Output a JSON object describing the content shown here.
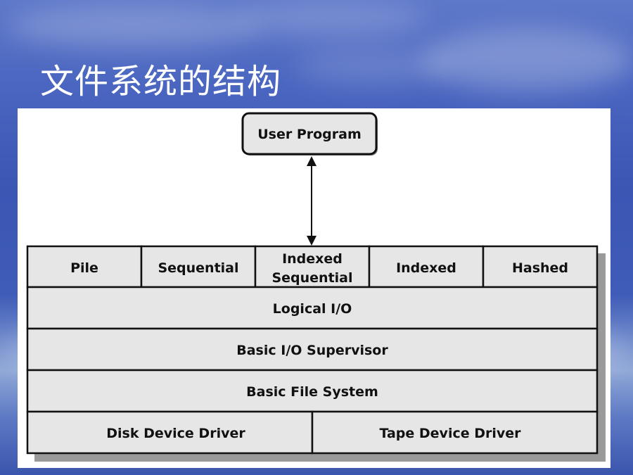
{
  "title": "文件系统的结构",
  "diagram": {
    "top_box": "User Program",
    "access_methods": [
      "Pile",
      "Sequential",
      "Indexed Sequential",
      "Indexed",
      "Hashed"
    ],
    "layers": [
      "Logical I/O",
      "Basic I/O Supervisor",
      "Basic File System"
    ],
    "drivers": [
      "Disk Device Driver",
      "Tape Device Driver"
    ]
  }
}
